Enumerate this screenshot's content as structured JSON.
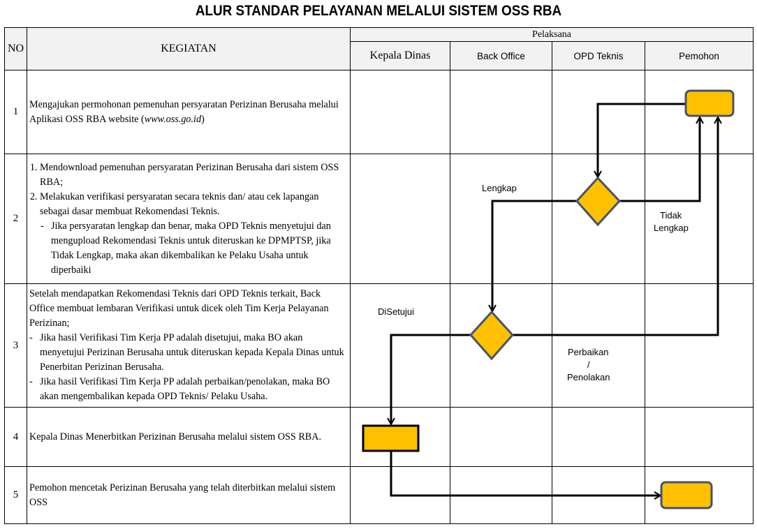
{
  "title": "ALUR STANDAR PELAYANAN MELALUI SISTEM OSS RBA",
  "header": {
    "no": "NO",
    "kegiatan": "KEGIATAN",
    "pelaksana": "Pelaksana",
    "lanes": [
      "Kepala Dinas",
      "Back Office",
      "OPD Teknis",
      "Pemohon"
    ]
  },
  "rows": [
    {
      "no": "1",
      "text_a": "Mengajukan permohonan pemenuhan persyaratan Perizinan Berusaha melalui Aplikasi OSS RBA website (",
      "text_url": "www.oss.go.id",
      "text_b": ")"
    },
    {
      "no": "2",
      "item1": "Mendownload pemenuhan persyaratan Perizinan Berusaha dari sistem OSS RBA;",
      "item2": "Melakukan verifikasi persyaratan secara teknis dan/ atau cek lapangan sebagai dasar membuat Rekomendasi Teknis.",
      "sub": "Jika persyaratan lengkap dan benar, maka OPD Teknis menyetujui dan mengupload Rekomendasi Teknis untuk diteruskan ke DPMPTSP, jika Tidak Lengkap, maka akan dikembalikan ke Pelaku Usaha untuk diperbaiki"
    },
    {
      "no": "3",
      "intro": "Setelah mendapatkan Rekomendasi Teknis dari OPD Teknis terkait, Back Office membuat lembaran Verifikasi untuk dicek oleh Tim Kerja Pelayanan Perizinan;",
      "b1": "Jika hasil Verifikasi Tim Kerja PP adalah disetujui, maka BO akan menyetujui Perizinan Berusaha untuk diteruskan kepada Kepala Dinas untuk Penerbitan Perizinan Berusaha.",
      "b2": "Jika hasil Verifikasi Tim Kerja PP adalah perbaikan/penolakan, maka BO akan mengembalikan kepada OPD Teknis/ Pelaku Usaha."
    },
    {
      "no": "4",
      "text": "Kepala Dinas Menerbitkan Perizinan Berusaha melalui sistem OSS RBA."
    },
    {
      "no": "5",
      "text": "Pemohon mencetak Perizinan Berusaha yang telah diterbitkan melalui sistem OSS"
    }
  ],
  "flow_labels": {
    "lengkap": "Lengkap",
    "tidak": "Tidak",
    "lengkap2": "Lengkap",
    "disetujui": "DiSetujui",
    "perbaikan": "Perbaikan",
    "slash": "/",
    "penolakan": "Penolakan"
  },
  "colors": {
    "shape_fill": "#FFC000",
    "shape_stroke_rounded": "#44546A",
    "line": "#000000"
  }
}
